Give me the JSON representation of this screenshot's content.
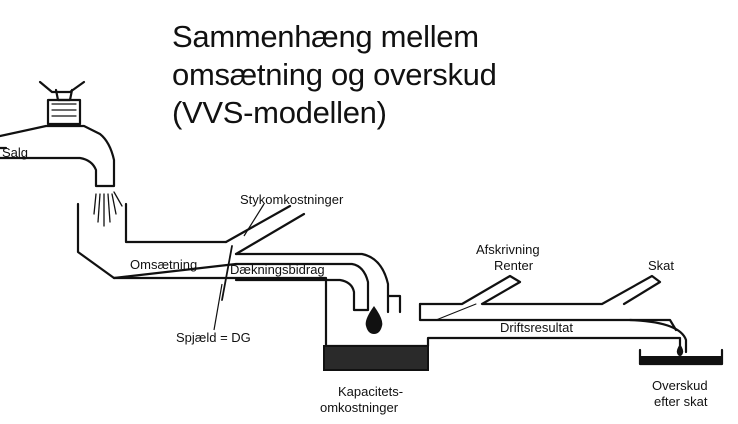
{
  "title": {
    "line1": "Sammenhæng mellem",
    "line2": "omsætning og overskud",
    "line3": "(VVS-modellen)"
  },
  "labels": {
    "salg": "Salg",
    "stykomkostninger": "Stykomkostninger",
    "omsaetning": "Omsætning",
    "daekningsbidrag": "Dækningsbidrag",
    "spjaeld": "Spjæld = DG",
    "kapacitets_1": "Kapacitets-",
    "kapacitets_2": "omkostninger",
    "afskrivning": "Afskrivning",
    "renter": "Renter",
    "driftsresultat": "Driftsresultat",
    "skat": "Skat",
    "overskud_1": "Overskud",
    "overskud_2": "efter skat"
  },
  "icons": [
    "water-tap-icon",
    "water-drop-icon"
  ],
  "colors": {
    "ink": "#111111",
    "background": "#ffffff"
  }
}
